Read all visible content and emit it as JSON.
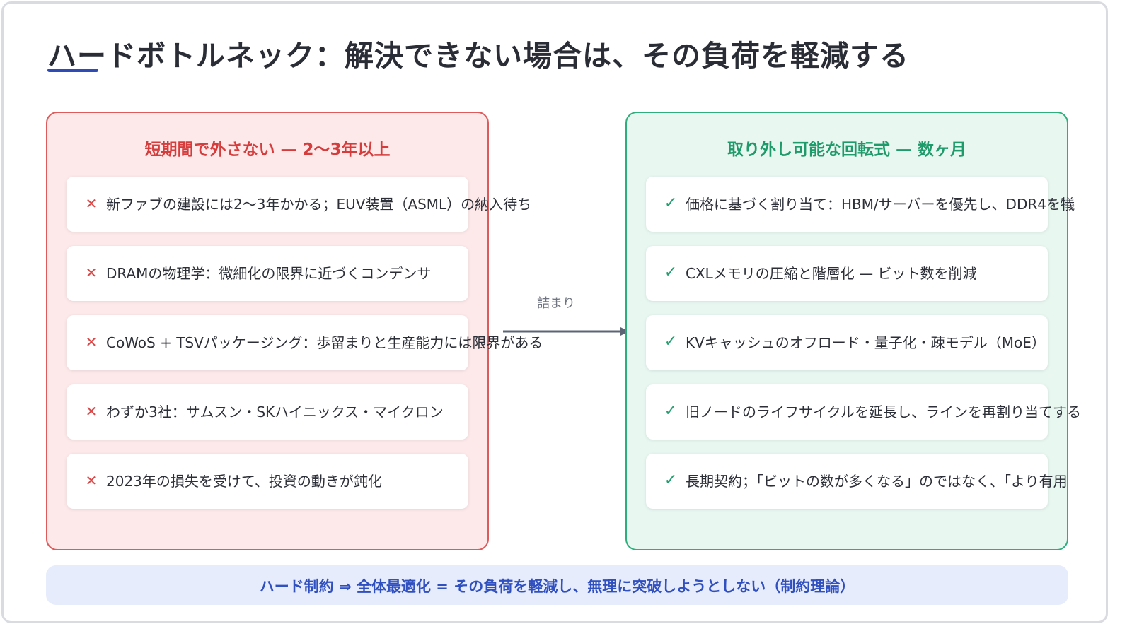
{
  "title": "ハードボトルネック：解決できない場合は、その負荷を軽減する",
  "colors": {
    "accent_blue": "#2f4bb8",
    "left_panel_bg": "#fde9e9",
    "left_panel_border": "#de5b5b",
    "left_accent": "#d63c3c",
    "right_panel_bg": "#e8f7f0",
    "right_panel_border": "#2fae7d",
    "right_accent": "#1f9a6a",
    "footer_bg": "#e6ecfb",
    "footer_text": "#3150c0",
    "connector": "#5d6575"
  },
  "left_panel": {
    "heading": "短期間で外さない — 2〜3年以上",
    "icon": "cross-icon",
    "icon_glyph": "✕",
    "items": [
      "新ファブの建設には2〜3年かかる；EUV装置（ASML）の納入待ち",
      "DRAMの物理学：微細化の限界に近づくコンデンサ",
      "CoWoS + TSVパッケージング：歩留まりと生産能力には限界がある",
      "わずか3社：サムスン・SKハイニックス・マイクロン",
      "2023年の損失を受けて、投資の動きが鈍化"
    ]
  },
  "connector": {
    "label": "詰まり",
    "icon": "arrow-right-icon"
  },
  "right_panel": {
    "heading": "取り外し可能な回転式 — 数ヶ月",
    "icon": "check-icon",
    "icon_glyph": "✓",
    "items": [
      "価格に基づく割り当て：HBM/サーバーを優先し、DDR4を犠",
      "CXLメモリの圧縮と階層化 — ビット数を削減",
      "KVキャッシュのオフロード・量子化・疎モデル（MoE）",
      "旧ノードのライフサイクルを延長し、ラインを再割り当てする",
      "長期契約；「ビットの数が多くなる」のではなく、「より有用"
    ]
  },
  "footer": {
    "text": "ハード制約 ⇒ 全体最適化 = その負荷を軽減し、無理に突破しようとしない（制約理論）"
  }
}
